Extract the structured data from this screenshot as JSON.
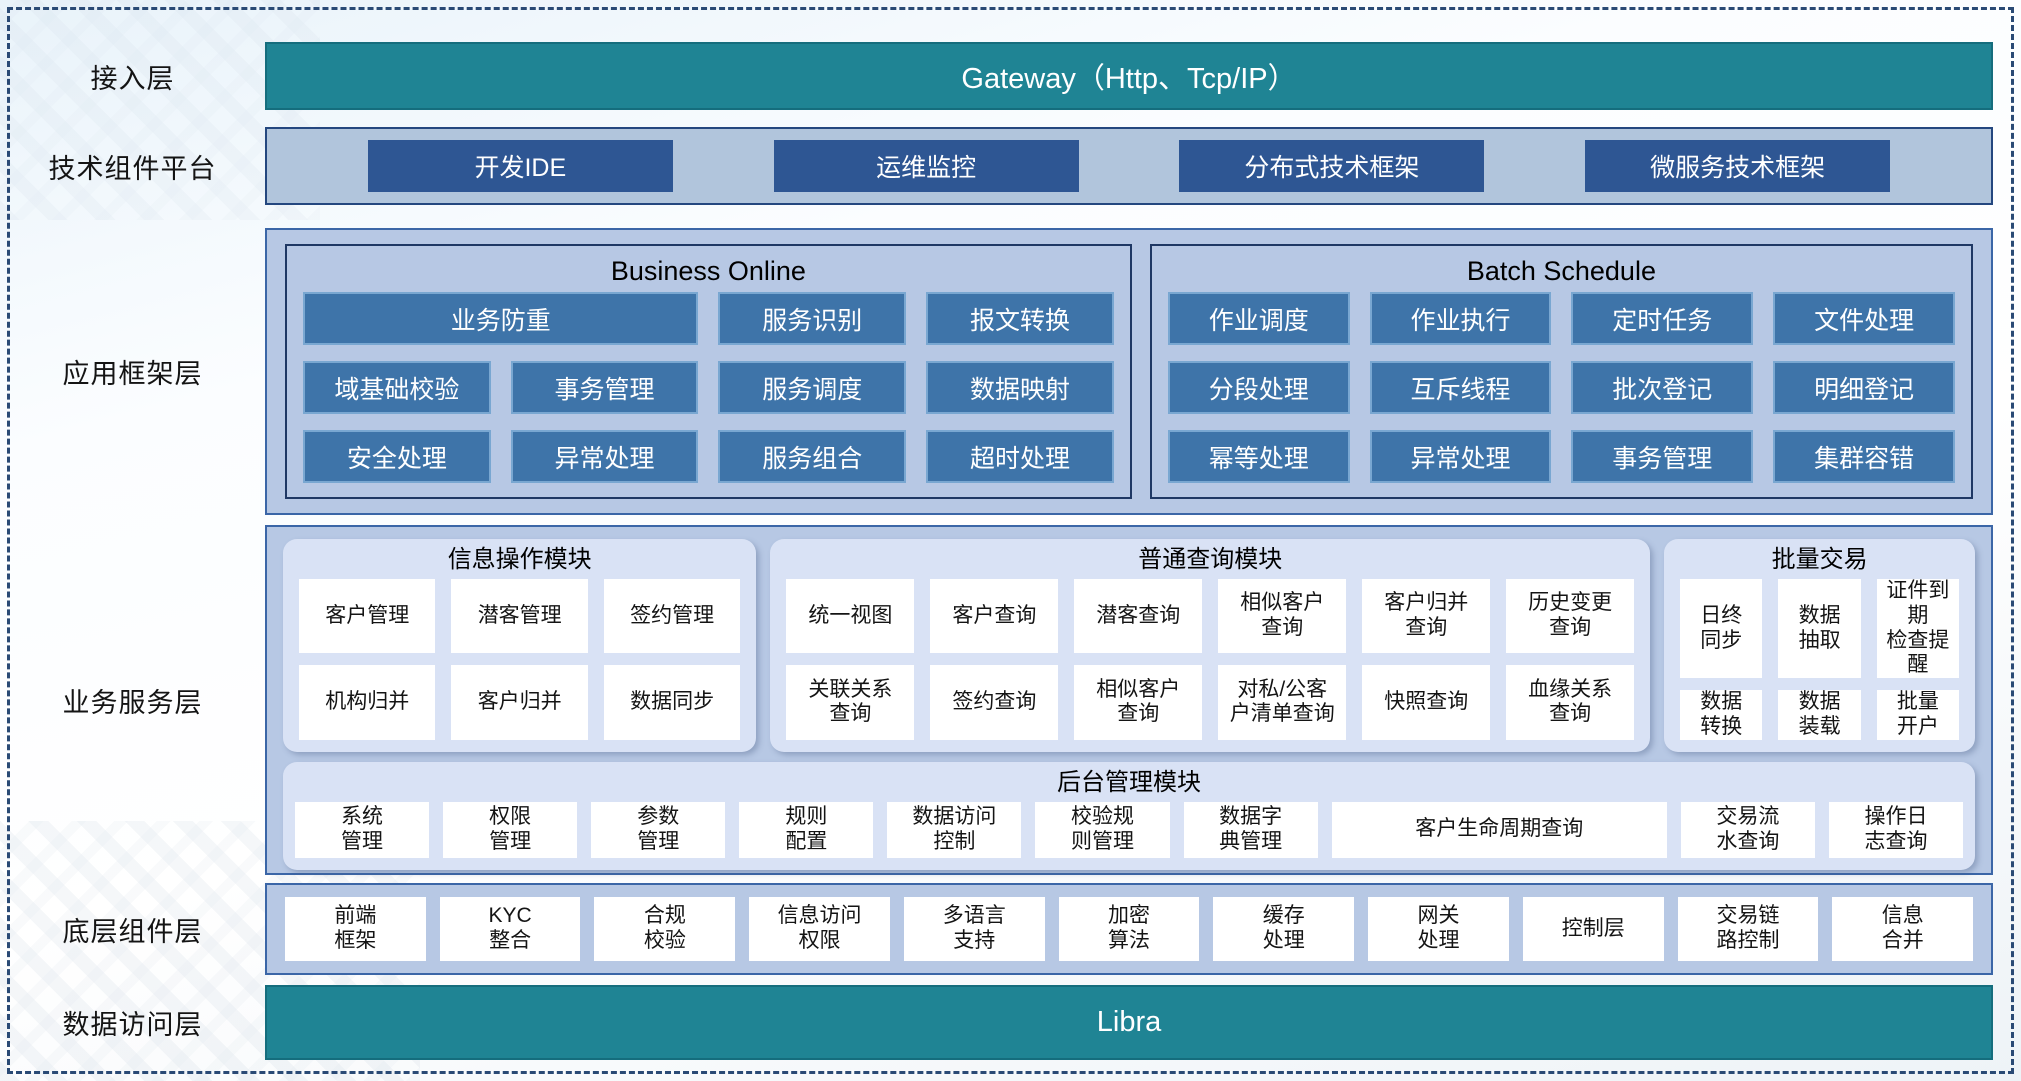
{
  "colors": {
    "teal_banner": "#1f8494",
    "dark_blue_button": "#2e5693",
    "steel_blue_button": "#3e74a9",
    "section_blue_bg": "#b7c8e4",
    "tech_strip_bg": "#b1c5dc",
    "card_bg": "#d9e2f5",
    "navy_border": "#1f3864"
  },
  "access_layer": {
    "label": "接入层",
    "banner": "Gateway（Http、Tcp/IP）"
  },
  "tech_platform": {
    "label": "技术组件平台",
    "items": [
      "开发IDE",
      "运维监控",
      "分布式技术框架",
      "微服务技术框架"
    ]
  },
  "app_framework": {
    "label": "应用框架层",
    "business_online": {
      "title": "Business Online",
      "items": [
        {
          "label": "业务防重",
          "span": 2
        },
        {
          "label": "服务识别"
        },
        {
          "label": "报文转换"
        },
        {
          "label": "域基础校验"
        },
        {
          "label": "事务管理"
        },
        {
          "label": "服务调度"
        },
        {
          "label": "数据映射"
        },
        {
          "label": "安全处理"
        },
        {
          "label": "异常处理"
        },
        {
          "label": "服务组合"
        },
        {
          "label": "超时处理"
        }
      ]
    },
    "batch_schedule": {
      "title": "Batch Schedule",
      "items": [
        {
          "label": "作业调度"
        },
        {
          "label": "作业执行"
        },
        {
          "label": "定时任务"
        },
        {
          "label": "文件处理"
        },
        {
          "label": "分段处理"
        },
        {
          "label": "互斥线程"
        },
        {
          "label": "批次登记"
        },
        {
          "label": "明细登记"
        },
        {
          "label": "幂等处理"
        },
        {
          "label": "异常处理"
        },
        {
          "label": "事务管理"
        },
        {
          "label": "集群容错"
        }
      ]
    }
  },
  "business_services": {
    "label": "业务服务层",
    "info_module": {
      "title": "信息操作模块",
      "items": [
        "客户管理",
        "潜客管理",
        "签约管理",
        "机构归并",
        "客户归并",
        "数据同步"
      ]
    },
    "query_module": {
      "title": "普通查询模块",
      "items": [
        "统一视图",
        "客户查询",
        "潜客查询",
        "相似客户\n查询",
        "客户归并\n查询",
        "历史变更\n查询",
        "关联关系\n查询",
        "签约查询",
        "相似客户\n查询",
        "对私/公客\n户清单查询",
        "快照查询",
        "血缘关系\n查询"
      ]
    },
    "batch_trade": {
      "title": "批量交易",
      "items": [
        "日终\n同步",
        "数据\n抽取",
        "证件到期\n检查提醒",
        "数据\n转换",
        "数据\n装载",
        "批量\n开户"
      ]
    },
    "admin_module": {
      "title": "后台管理模块",
      "items": [
        {
          "label": "系统\n管理"
        },
        {
          "label": "权限\n管理"
        },
        {
          "label": "参数\n管理"
        },
        {
          "label": "规则\n配置"
        },
        {
          "label": "数据访问\n控制"
        },
        {
          "label": "校验规\n则管理"
        },
        {
          "label": "数据字\n典管理"
        },
        {
          "label": "客户生命周期查询",
          "flex": 2.5
        },
        {
          "label": "交易流\n水查询"
        },
        {
          "label": "操作日\n志查询"
        }
      ]
    }
  },
  "base_components": {
    "label": "底层组件层",
    "items": [
      "前端\n框架",
      "KYC\n整合",
      "合规\n校验",
      "信息访问\n权限",
      "多语言\n支持",
      "加密\n算法",
      "缓存\n处理",
      "网关\n处理",
      "控制层",
      "交易链\n路控制",
      "信息\n合并"
    ]
  },
  "data_access": {
    "label": "数据访问层",
    "banner": "Libra"
  }
}
